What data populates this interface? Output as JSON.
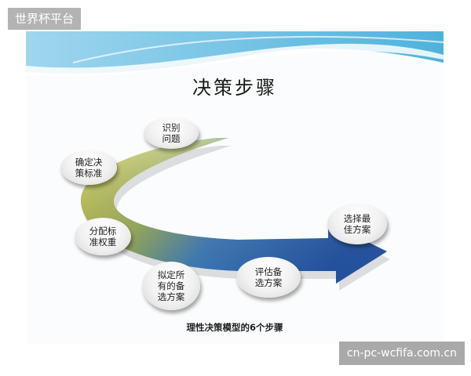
{
  "watermark_top": "世界杯平台",
  "watermark_bottom": "cn-pc-wcfifa.com.cn",
  "slide": {
    "title": "决策步骤",
    "caption": "理性决策模型的6个步骤",
    "steps": [
      {
        "label": "识别\n问题"
      },
      {
        "label": "确定决\n策标准"
      },
      {
        "label": "分配标\n准权重"
      },
      {
        "label": "拟定所\n有的备\n选方案"
      },
      {
        "label": "评估备\n选方案"
      },
      {
        "label": "选择最\n佳方案"
      }
    ]
  },
  "colors": {
    "arrow_yellow": "#c9c43a",
    "arrow_blue": "#2a63b3",
    "wave_blue": "#7ec6e6"
  }
}
